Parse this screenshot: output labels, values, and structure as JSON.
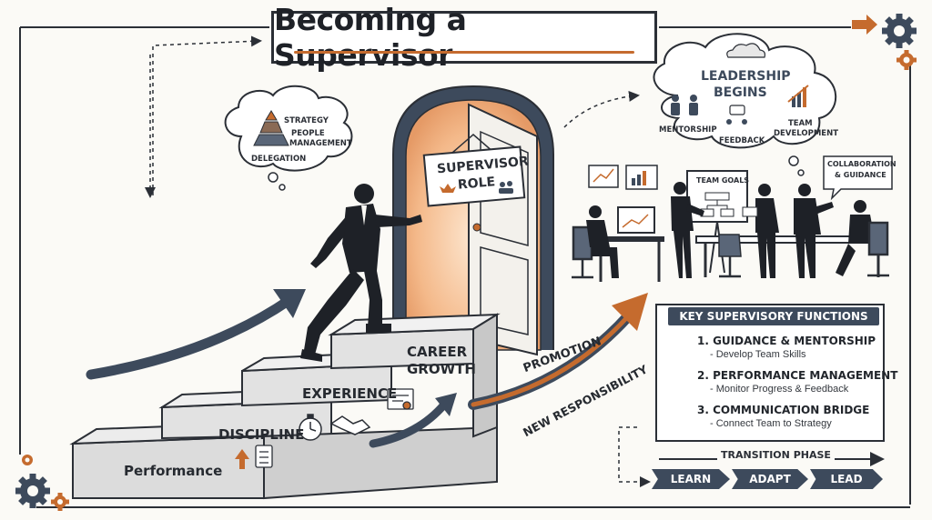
{
  "title": "Becoming a Supervisor",
  "thought_left": {
    "items": [
      "STRATEGY",
      "PEOPLE",
      "MANAGEMENT",
      "DELEGATION"
    ]
  },
  "door_sign": {
    "line1": "SUPERVISOR",
    "line2": "ROLE"
  },
  "stairs": {
    "steps": [
      "Performance",
      "DISCIPLINE",
      "EXPERIENCE",
      "CAREER",
      "GROWTH"
    ]
  },
  "arrow_labels": {
    "promotion": "PROMOTION",
    "new_responsibility": "NEW RESPONSIBILITY"
  },
  "leadership_cloud": {
    "title_line1": "LEADERSHIP",
    "title_line2": "BEGINS",
    "items": [
      "MENTORSHIP",
      "FEEDBACK",
      "TEAM",
      "DEVELOPMENT"
    ]
  },
  "meeting": {
    "board_title": "TEAM GOALS",
    "bubble_line1": "COLLABORATION",
    "bubble_line2": "& GUIDANCE"
  },
  "functions": {
    "heading": "KEY SUPERVISORY FUNCTIONS",
    "items": [
      {
        "title": "1. GUIDANCE & MENTORSHIP",
        "desc": "- Develop Team Skills",
        "icon": "compass-icon"
      },
      {
        "title": "2. PERFORMANCE MANAGEMENT",
        "desc": "- Monitor Progress & Feedback",
        "icon": "gauge-icon"
      },
      {
        "title": "3. COMMUNICATION BRIDGE",
        "desc": "- Connect Team to Strategy",
        "icon": "megaphone-icon"
      }
    ]
  },
  "transition": {
    "heading": "TRANSITION PHASE",
    "phases": [
      "LEARN",
      "ADAPT",
      "LEAD"
    ]
  },
  "colors": {
    "accent": "#c56b2e",
    "navy": "#3d4a5c",
    "ink": "#2b2f36",
    "paper": "#fbfaf6"
  }
}
